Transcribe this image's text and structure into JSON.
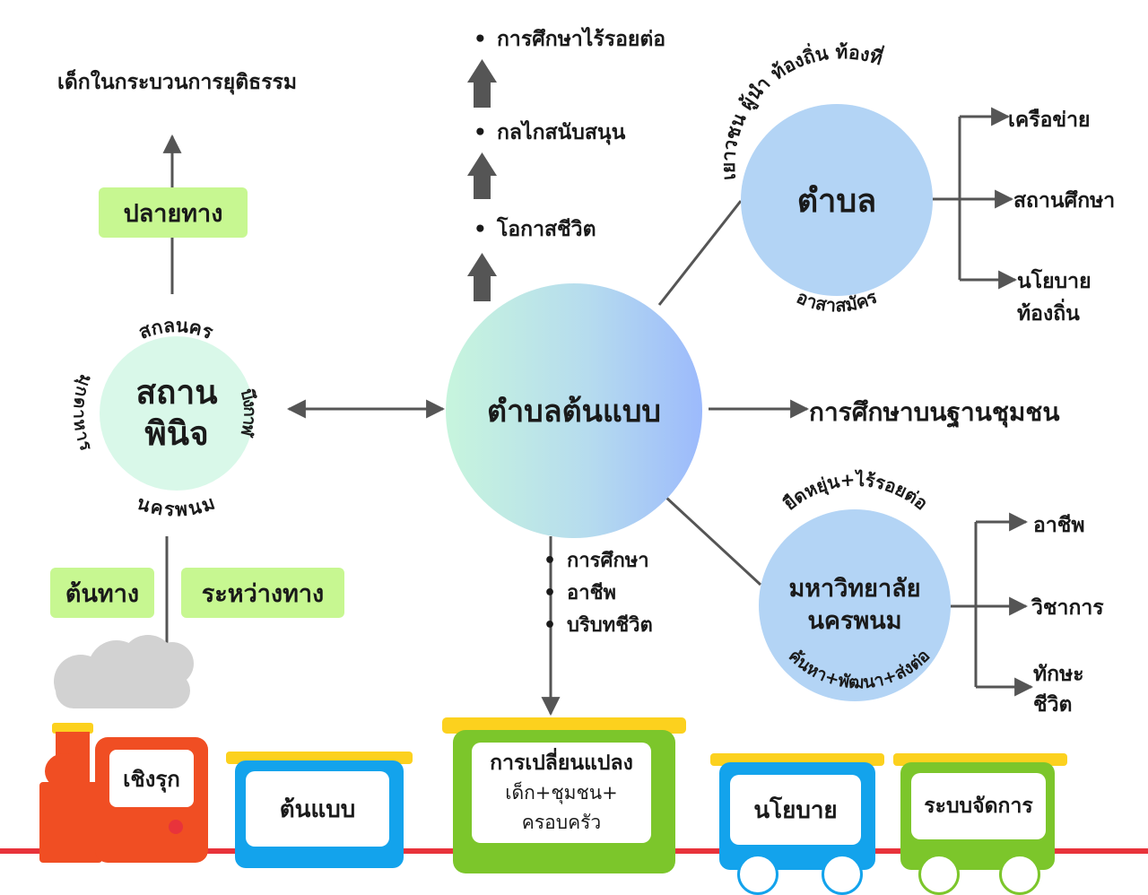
{
  "left": {
    "top_label": "เด็กในกระบวนการยุติธรรม",
    "end_pill": "ปลายทาง",
    "circle_line1": "สถาน",
    "circle_line2": "พินิจ",
    "ring_top": "สกลนคร",
    "ring_bottom": "นครพนม",
    "ring_left": "มุกดาหาร",
    "ring_right": "บึงกาฬ",
    "start_pill": "ต้นทาง",
    "middle_pill": "ระหว่างทาง"
  },
  "center": {
    "steps": [
      "การศึกษาไร้รอยต่อ",
      "กลไกสนับสนุน",
      "โอกาสชีวิต"
    ],
    "hub": "ตำบลต้นแบบ",
    "right_output": "การศึกษาบนฐานชุมชน",
    "down_items": [
      "การศึกษา",
      "อาชีพ",
      "บริบทชีวิต"
    ]
  },
  "tambon": {
    "title": "ตำบล",
    "ring_top": "เยาวชน ผู้นำ ท้องถิ่น ท้องที่",
    "ring_bottom": "อาสาสมัคร",
    "branches": [
      "เครือข่าย",
      "สถานศึกษา",
      "นโยบาย",
      "ท้องถิ่น"
    ]
  },
  "university": {
    "title_line1": "มหาวิทยาลัย",
    "title_line2": "นครพนม",
    "ring_top": "ยืดหยุ่น+ไร้รอยต่อ",
    "ring_bottom": "ค้นหา+พัฒนา+ส่งต่อ",
    "branches": [
      "อาชีพ",
      "วิชาการ",
      "ทักษะ",
      "ชีวิต"
    ]
  },
  "train": {
    "engine": "เชิงรุก",
    "car1": "ต้นแบบ",
    "car2_title": "การเปลี่ยนแปลง",
    "car2_line2": "เด็ก+ชุมชน+",
    "car2_line3": "ครอบครัว",
    "car3": "นโยบาย",
    "car4": "ระบบจัดการ"
  },
  "colors": {
    "pill": "#c7f791",
    "circle_blue": "#b3d4f5",
    "engine_red": "#f04e23",
    "car_blue": "#13a3ec",
    "car_green": "#7cc62b",
    "roof_yellow": "#fcd11e",
    "arrow_dark": "#555555"
  }
}
